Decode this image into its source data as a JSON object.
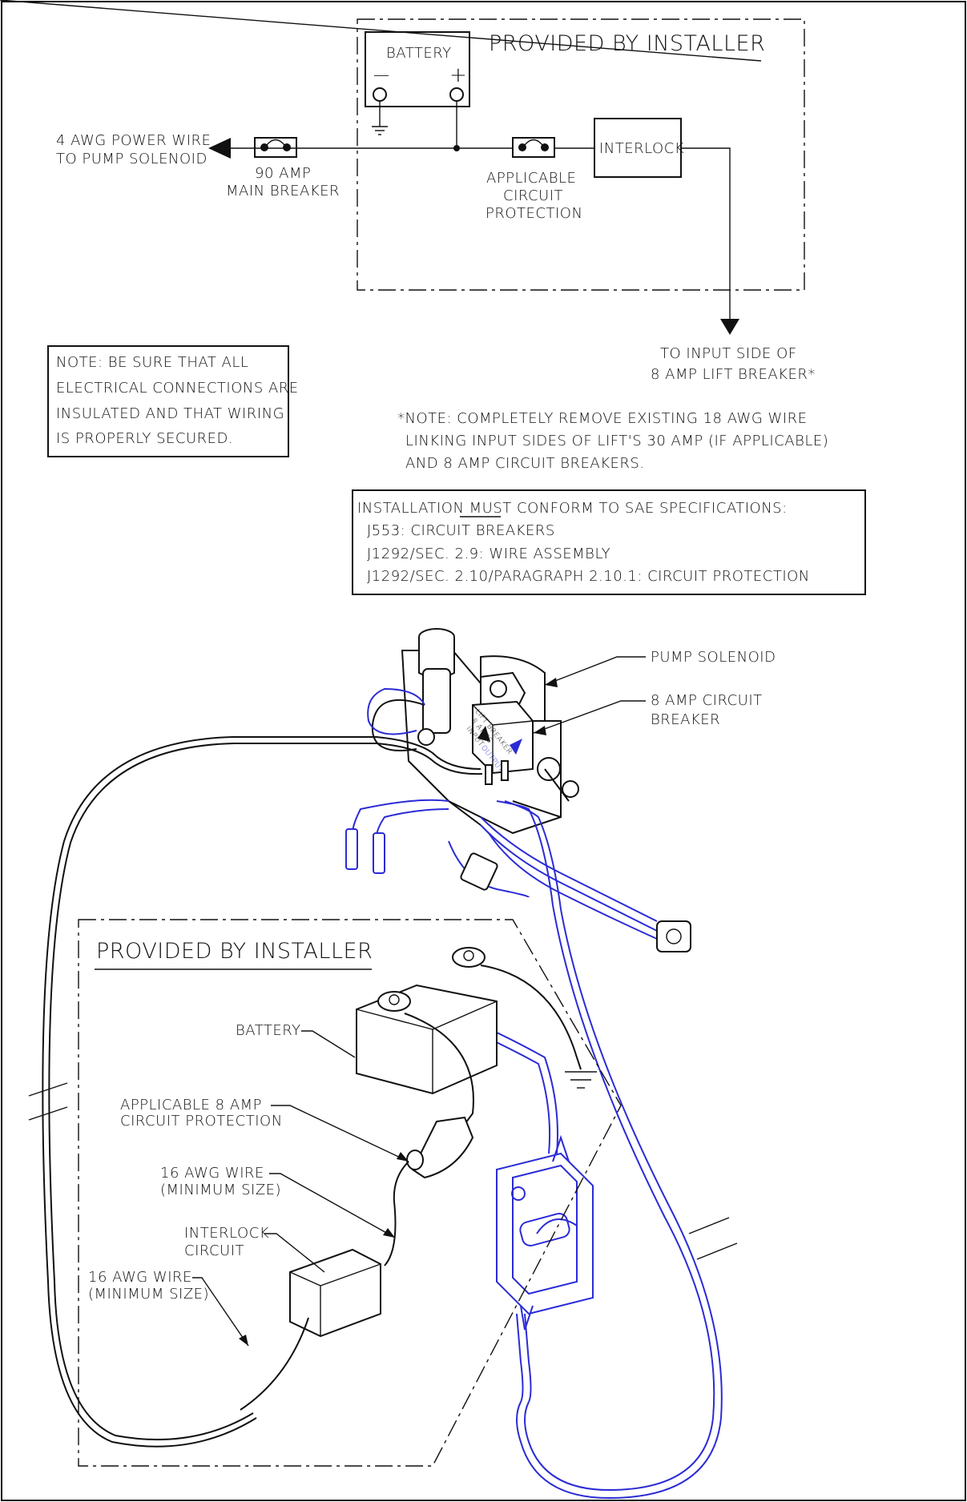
{
  "schematic": {
    "installer_label": "PROVIDED BY INSTALLER",
    "battery_label": "BATTERY",
    "battery_minus": "—",
    "battery_plus": "+",
    "power_wire_line1": "4 AWG POWER WIRE",
    "power_wire_line2": "TO PUMP SOLENOID",
    "main_breaker_line1": "90 AMP",
    "main_breaker_line2": "MAIN BREAKER",
    "circuit_protection_line1": "APPLICABLE",
    "circuit_protection_line2": "CIRCUIT",
    "circuit_protection_line3": "PROTECTION",
    "interlock_label": "INTERLOCK",
    "to_input_line1": "TO INPUT SIDE OF",
    "to_input_line2": "8 AMP LIFT BREAKER*"
  },
  "notes": {
    "insulation_note": [
      "NOTE: BE SURE THAT ALL",
      "ELECTRICAL CONNECTIONS ARE",
      "INSULATED AND THAT WIRING",
      "IS PROPERLY SECURED."
    ],
    "asterisk_note": [
      "*NOTE: COMPLETELY REMOVE EXISTING  18 AWG WIRE",
      "LINKING INPUT SIDES OF LIFT'S 30 AMP (IF APPLICABLE)",
      "AND 8 AMP CIRCUIT BREAKERS."
    ],
    "sae_heading_prefix": "INSTALLATION ",
    "sae_heading_must": "MUST",
    "sae_heading_suffix": " CONFORM TO SAE SPECIFICATIONS:",
    "sae_items": [
      "J553: CIRCUIT BREAKERS",
      "J1292/SEC. 2.9: WIRE ASSEMBLY",
      "J1292/SEC. 2.10/PARAGRAPH 2.10.1: CIRCUIT PROTECTION"
    ]
  },
  "illustration": {
    "pump_solenoid_label": "PUMP SOLENOID",
    "breaker_label_line1": "8 AMP CIRCUIT",
    "breaker_label_line2": "BREAKER",
    "breaker_body_line1": "LIFT BREAKER",
    "breaker_body_line2": "8 AMPS",
    "breaker_input": "INPUT",
    "breaker_output": "OUTPUT",
    "installer_label": "PROVIDED BY INSTALLER",
    "battery_label": "BATTERY",
    "protection_line1": "APPLICABLE 8 AMP",
    "protection_line2": "CIRCUIT PROTECTION",
    "wire_a_line1": "16 AWG WIRE",
    "wire_a_line2": "(MINIMUM SIZE)",
    "interlock_line1": "INTERLOCK",
    "interlock_line2": "CIRCUIT",
    "wire_b_line1": "16 AWG WIRE",
    "wire_b_line2": "(MINIMUM SIZE)"
  },
  "colors": {
    "line": "#111111",
    "harness_blue": "#2b2bd6"
  }
}
